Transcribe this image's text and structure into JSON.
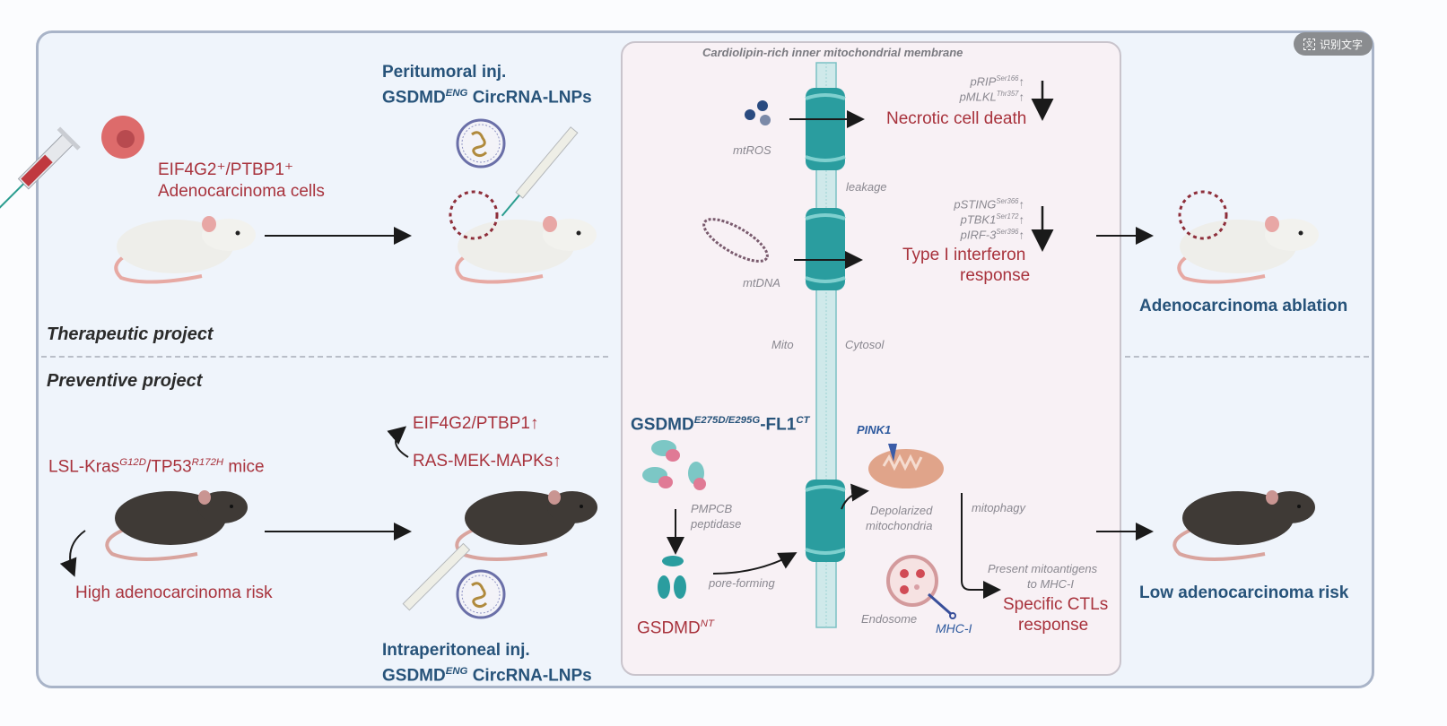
{
  "overlay": {
    "ocr_button_label": "识别文字"
  },
  "membrane_title": "Cardiolipin-rich inner mitochondrial membrane",
  "therapeutic": {
    "section_label": "Therapeutic project",
    "cells_label_line1": "EIF4G2⁺/PTBP1⁺",
    "cells_label_line2": "Adenocarcinoma cells",
    "injection_line1": "Peritumoral inj.",
    "injection_gene": "GSDMD",
    "injection_sup": "ENG",
    "injection_rest": " CircRNA-LNPs",
    "outcome": "Adenocarcinoma ablation"
  },
  "preventive": {
    "section_label": "Preventive project",
    "mice_kras": "LSL-Kras",
    "mice_kras_sup": "G12D",
    "mice_tp53": "/TP53",
    "mice_tp53_sup": "R172H",
    "mice_rest": " mice",
    "risk_high": "High adenocarcinoma risk",
    "pathway_1": "EIF4G2/PTBP1↑",
    "pathway_2": "RAS-MEK-MAPKs↑",
    "injection_line1": "Intraperitoneal inj.",
    "injection_gene": "GSDMD",
    "injection_sup": "ENG",
    "injection_rest": " CircRNA-LNPs",
    "outcome": "Low adenocarcinoma risk"
  },
  "mechanism": {
    "mtros": "mtROS",
    "necrotic": {
      "markers": [
        {
          "name": "pRIP",
          "site": "Ser166",
          "arrow": "↑"
        },
        {
          "name": "pMLKL",
          "site": "Thr357",
          "arrow": "↑"
        }
      ],
      "label": "Necrotic cell death"
    },
    "leakage": "leakage",
    "mtdna": "mtDNA",
    "interferon": {
      "markers": [
        {
          "name": "pSTING",
          "site": "Ser366",
          "arrow": "↑"
        },
        {
          "name": "pTBK1",
          "site": "Ser172",
          "arrow": "↑"
        },
        {
          "name": "pIRF-3",
          "site": "Ser396",
          "arrow": "↑"
        }
      ],
      "label_line1": "Type I interferon",
      "label_line2": "response"
    },
    "mito": "Mito",
    "cytosol": "Cytosol",
    "gsdmd_fl": {
      "name": "GSDMD",
      "sup": "E275D/E295G",
      "suffix": "-FL1",
      "suffix_sup": "CT"
    },
    "pmpcb_line1": "PMPCB",
    "pmpcb_line2": "peptidase",
    "gsdmd_nt": {
      "name": "GSDMD",
      "sup": "NT"
    },
    "pore_forming": "pore-forming",
    "pink1": "PINK1",
    "depolarized_line1": "Depolarized",
    "depolarized_line2": "mitochondria",
    "mitophagy": "mitophagy",
    "endosome": "Endosome",
    "mhc": "MHC-I",
    "present_line1": "Present  mitoantigens",
    "present_line2": "to MHC-I",
    "ctl_line1": "Specific CTLs",
    "ctl_line2": "response"
  },
  "colors": {
    "accent_red": "#a8323c",
    "accent_blue": "#27537a",
    "pore_teal": "#2a9d9f"
  }
}
